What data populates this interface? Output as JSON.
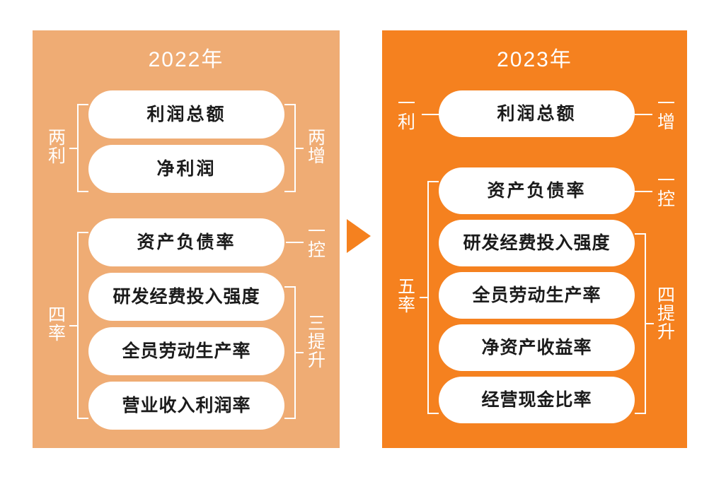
{
  "panels": [
    {
      "id": "2022",
      "title": "2022年",
      "bg_color": "#efac74",
      "boxes": [
        {
          "label": "利润总额"
        },
        {
          "label": "净利润"
        },
        {
          "label": "资产负债率"
        },
        {
          "label": "研发经费投入强度"
        },
        {
          "label": "全员劳动生产率"
        },
        {
          "label": "营业收入利润率"
        }
      ],
      "left_groups": [
        {
          "label": "两利",
          "members": [
            "利润总额",
            "净利润"
          ]
        },
        {
          "label": "四率",
          "members": [
            "资产负债率",
            "研发经费投入强度",
            "全员劳动生产率",
            "营业收入利润率"
          ]
        }
      ],
      "right_groups": [
        {
          "label": "两增",
          "members": [
            "利润总额",
            "净利润"
          ]
        },
        {
          "label": "一控",
          "members": [
            "资产负债率"
          ]
        },
        {
          "label": "三提升",
          "members": [
            "研发经费投入强度",
            "全员劳动生产率",
            "营业收入利润率"
          ]
        }
      ]
    },
    {
      "id": "2023",
      "title": "2023年",
      "bg_color": "#f5811f",
      "boxes": [
        {
          "label": "利润总额"
        },
        {
          "label": "资产负债率"
        },
        {
          "label": "研发经费投入强度"
        },
        {
          "label": "全员劳动生产率"
        },
        {
          "label": "净资产收益率"
        },
        {
          "label": "经营现金比率"
        }
      ],
      "left_groups": [
        {
          "label": "一利",
          "members": [
            "利润总额"
          ]
        },
        {
          "label": "五率",
          "members": [
            "资产负债率",
            "研发经费投入强度",
            "全员劳动生产率",
            "净资产收益率",
            "经营现金比率"
          ]
        }
      ],
      "right_groups": [
        {
          "label": "一增",
          "members": [
            "利润总额"
          ]
        },
        {
          "label": "一控",
          "members": [
            "资产负债率"
          ]
        },
        {
          "label": "四提升",
          "members": [
            "研发经费投入强度",
            "全员劳动生产率",
            "净资产收益率",
            "经营现金比率"
          ]
        }
      ]
    }
  ],
  "arrow": {
    "name": "transition-arrow",
    "direction": "right",
    "color": "#f5811f"
  },
  "colors": {
    "panel_2022_bg": "#efac74",
    "panel_2023_bg": "#f5811f",
    "box_bg": "#ffffff",
    "box_text": "#1b1b1b",
    "label_text": "#ffffff",
    "page_bg": "#ffffff"
  }
}
